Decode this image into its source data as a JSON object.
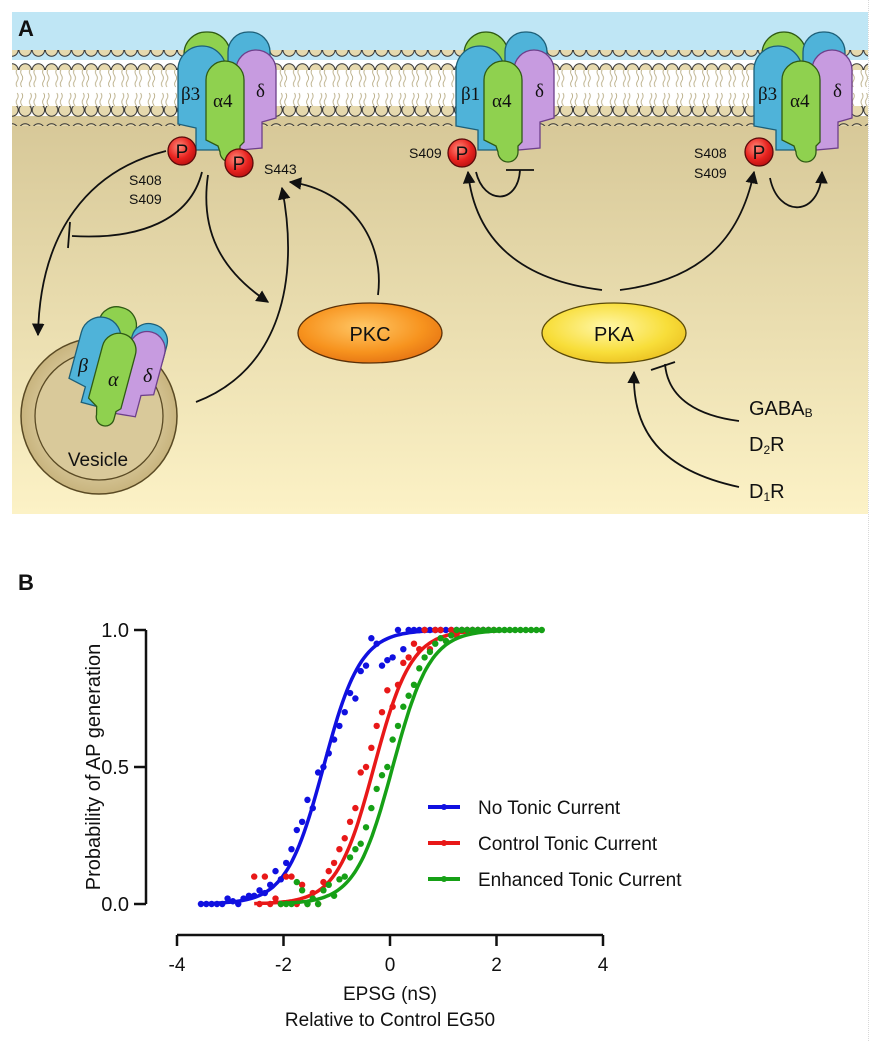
{
  "panel_a": {
    "label": "A",
    "receptors": [
      {
        "subunits": [
          "β3",
          "α4",
          "δ"
        ],
        "sites": [
          {
            "name": "S408",
            "name2": "S409"
          },
          {
            "name": "S443"
          }
        ]
      },
      {
        "subunits": [
          "β1",
          "α4",
          "δ"
        ],
        "sites": [
          {
            "name": "S409"
          }
        ]
      },
      {
        "subunits": [
          "β3",
          "α4",
          "δ"
        ],
        "sites": [
          {
            "name": "S408",
            "name2": "S409"
          }
        ]
      }
    ],
    "phospho_label": "P",
    "vesicle": {
      "label": "Vesicle",
      "subunits": [
        "β",
        "α",
        "δ"
      ]
    },
    "kinases": [
      {
        "name": "PKC",
        "color": "#f7931e"
      },
      {
        "name": "PKA",
        "color": "#f5d21f"
      }
    ],
    "modulators": {
      "gaba_b": {
        "main": "GABA",
        "sub": "B"
      },
      "d2r": {
        "pre": "D",
        "sub": "2",
        "post": "R"
      },
      "d1r": {
        "pre": "D",
        "sub": "1",
        "post": "R"
      }
    },
    "colors": {
      "extracellular": "#bfe6f5",
      "cytoplasm_top": "#d8c99a",
      "cytoplasm_bottom": "#fdf3c8",
      "beta": "#4fb3d9",
      "alpha": "#8fd14f",
      "delta": "#c79be0",
      "phospho": "#e8231f",
      "lipid_head": "#e6d9ae"
    }
  },
  "panel_b": {
    "label": "B"
  },
  "chart_data": {
    "type": "scatter",
    "title": "",
    "xlabel": "EPSG (nS)",
    "xlabel2": "Relative to Control EG50",
    "ylabel": "Probability of AP generation",
    "xlim": [
      -4,
      4
    ],
    "ylim": [
      0,
      1
    ],
    "xticks": [
      -4,
      -2,
      0,
      2,
      4
    ],
    "xtick_labels": [
      "-4",
      "-2",
      "0",
      "2",
      "4"
    ],
    "yticks": [
      0,
      0.5,
      1
    ],
    "ytick_labels": [
      "0.0",
      "0.5",
      "1.0"
    ],
    "grid": false,
    "legend_position": "center-right",
    "series": [
      {
        "name": "No Tonic Current",
        "color": "#1010e0",
        "fit": {
          "model": "sigmoid",
          "x50": -1.25,
          "slope": 0.35
        },
        "x": [
          -3.55,
          -3.45,
          -3.35,
          -3.25,
          -3.15,
          -3.05,
          -2.95,
          -2.85,
          -2.75,
          -2.65,
          -2.55,
          -2.45,
          -2.35,
          -2.25,
          -2.15,
          -2.05,
          -1.95,
          -1.85,
          -1.75,
          -1.65,
          -1.55,
          -1.45,
          -1.35,
          -1.25,
          -1.15,
          -1.05,
          -0.95,
          -0.85,
          -0.75,
          -0.65,
          -0.55,
          -0.45,
          -0.35,
          -0.25,
          -0.15,
          -0.05,
          0.05,
          0.15,
          0.25,
          0.35,
          0.45,
          0.55,
          0.65,
          0.75,
          0.85,
          0.95,
          1.05,
          1.15,
          1.25,
          1.35,
          1.45,
          1.55,
          1.65,
          1.75,
          1.85
        ],
        "y": [
          0,
          0,
          0,
          0,
          0,
          0.02,
          0.01,
          0,
          0.02,
          0.03,
          0.03,
          0.05,
          0.04,
          0.07,
          0.12,
          0.09,
          0.15,
          0.2,
          0.27,
          0.3,
          0.38,
          0.35,
          0.48,
          0.5,
          0.55,
          0.6,
          0.65,
          0.7,
          0.77,
          0.75,
          0.85,
          0.87,
          0.97,
          0.95,
          0.87,
          0.89,
          0.9,
          1.0,
          0.93,
          1.0,
          1.0,
          1.0,
          1.0,
          1.0,
          1.0,
          1.0,
          1.0,
          1.0,
          1.0,
          1.0,
          1.0,
          1.0,
          1.0,
          1.0,
          1.0
        ]
      },
      {
        "name": "Control Tonic Current",
        "color": "#e81818",
        "fit": {
          "model": "sigmoid",
          "x50": -0.3,
          "slope": 0.35
        },
        "x": [
          -2.55,
          -2.45,
          -2.35,
          -2.25,
          -2.15,
          -2.05,
          -1.95,
          -1.85,
          -1.75,
          -1.65,
          -1.55,
          -1.45,
          -1.35,
          -1.25,
          -1.15,
          -1.05,
          -0.95,
          -0.85,
          -0.75,
          -0.65,
          -0.55,
          -0.45,
          -0.35,
          -0.25,
          -0.15,
          -0.05,
          0.05,
          0.15,
          0.25,
          0.35,
          0.45,
          0.55,
          0.65,
          0.75,
          0.85,
          0.95,
          1.05,
          1.15,
          1.25,
          1.35,
          1.45,
          1.55,
          1.65,
          1.75,
          1.85,
          1.95
        ],
        "y": [
          0.1,
          0.0,
          0.1,
          0.0,
          0.02,
          0.0,
          0.1,
          0.1,
          0.0,
          0.07,
          0.0,
          0.04,
          0.0,
          0.08,
          0.12,
          0.15,
          0.2,
          0.24,
          0.3,
          0.35,
          0.48,
          0.5,
          0.57,
          0.65,
          0.7,
          0.78,
          0.72,
          0.8,
          0.88,
          0.9,
          0.95,
          0.93,
          1.0,
          0.93,
          1.0,
          1.0,
          0.96,
          1.0,
          0.98,
          1.0,
          1.0,
          1.0,
          1.0,
          1.0,
          1.0,
          1.0
        ]
      },
      {
        "name": "Enhanced Tonic Current",
        "color": "#16a016",
        "fit": {
          "model": "sigmoid",
          "x50": 0.05,
          "slope": 0.35
        },
        "x": [
          -2.05,
          -1.95,
          -1.85,
          -1.75,
          -1.65,
          -1.55,
          -1.45,
          -1.35,
          -1.25,
          -1.15,
          -1.05,
          -0.95,
          -0.85,
          -0.75,
          -0.65,
          -0.55,
          -0.45,
          -0.35,
          -0.25,
          -0.15,
          -0.05,
          0.05,
          0.15,
          0.25,
          0.35,
          0.45,
          0.55,
          0.65,
          0.75,
          0.85,
          0.95,
          1.05,
          1.15,
          1.25,
          1.35,
          1.45,
          1.55,
          1.65,
          1.75,
          1.85,
          1.95,
          2.05,
          2.15,
          2.25,
          2.35,
          2.45,
          2.55,
          2.65,
          2.75,
          2.85
        ],
        "y": [
          0.0,
          0.0,
          0.0,
          0.08,
          0.05,
          0.0,
          0.02,
          0.0,
          0.05,
          0.07,
          0.03,
          0.09,
          0.1,
          0.17,
          0.2,
          0.22,
          0.28,
          0.35,
          0.42,
          0.47,
          0.5,
          0.6,
          0.65,
          0.72,
          0.76,
          0.8,
          0.86,
          0.9,
          0.92,
          0.95,
          0.97,
          0.96,
          0.98,
          1.0,
          1.0,
          1.0,
          1.0,
          1.0,
          1.0,
          1.0,
          1.0,
          1.0,
          1.0,
          1.0,
          1.0,
          1.0,
          1.0,
          1.0,
          1.0,
          1.0
        ]
      }
    ]
  }
}
